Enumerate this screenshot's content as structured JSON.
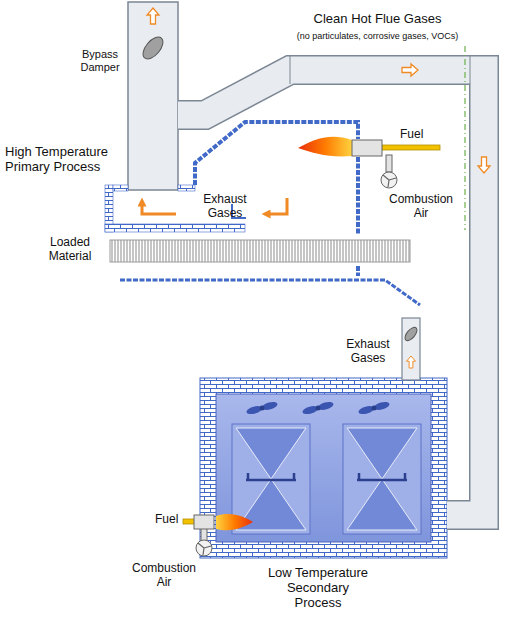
{
  "diagram": {
    "nodes": [
      {
        "text": [
          "High Temperature Primary Process"
        ]
      },
      {
        "text": [
          "Low Temperature Secondary Process"
        ]
      }
    ],
    "edges": [
      {
        "from": 0,
        "to": 1,
        "arrow": "none",
        "label": "Clean Hot Flue Gases"
      }
    ],
    "labels": [
      "(no particulates, corrosive gases, VOCs)",
      "Bypass Damper",
      "Fuel",
      "Combustion Air",
      "Exhaust Gases",
      "Loaded Material",
      "Exhaust Gases",
      "Fuel",
      "Combustion Air"
    ]
  }
}
